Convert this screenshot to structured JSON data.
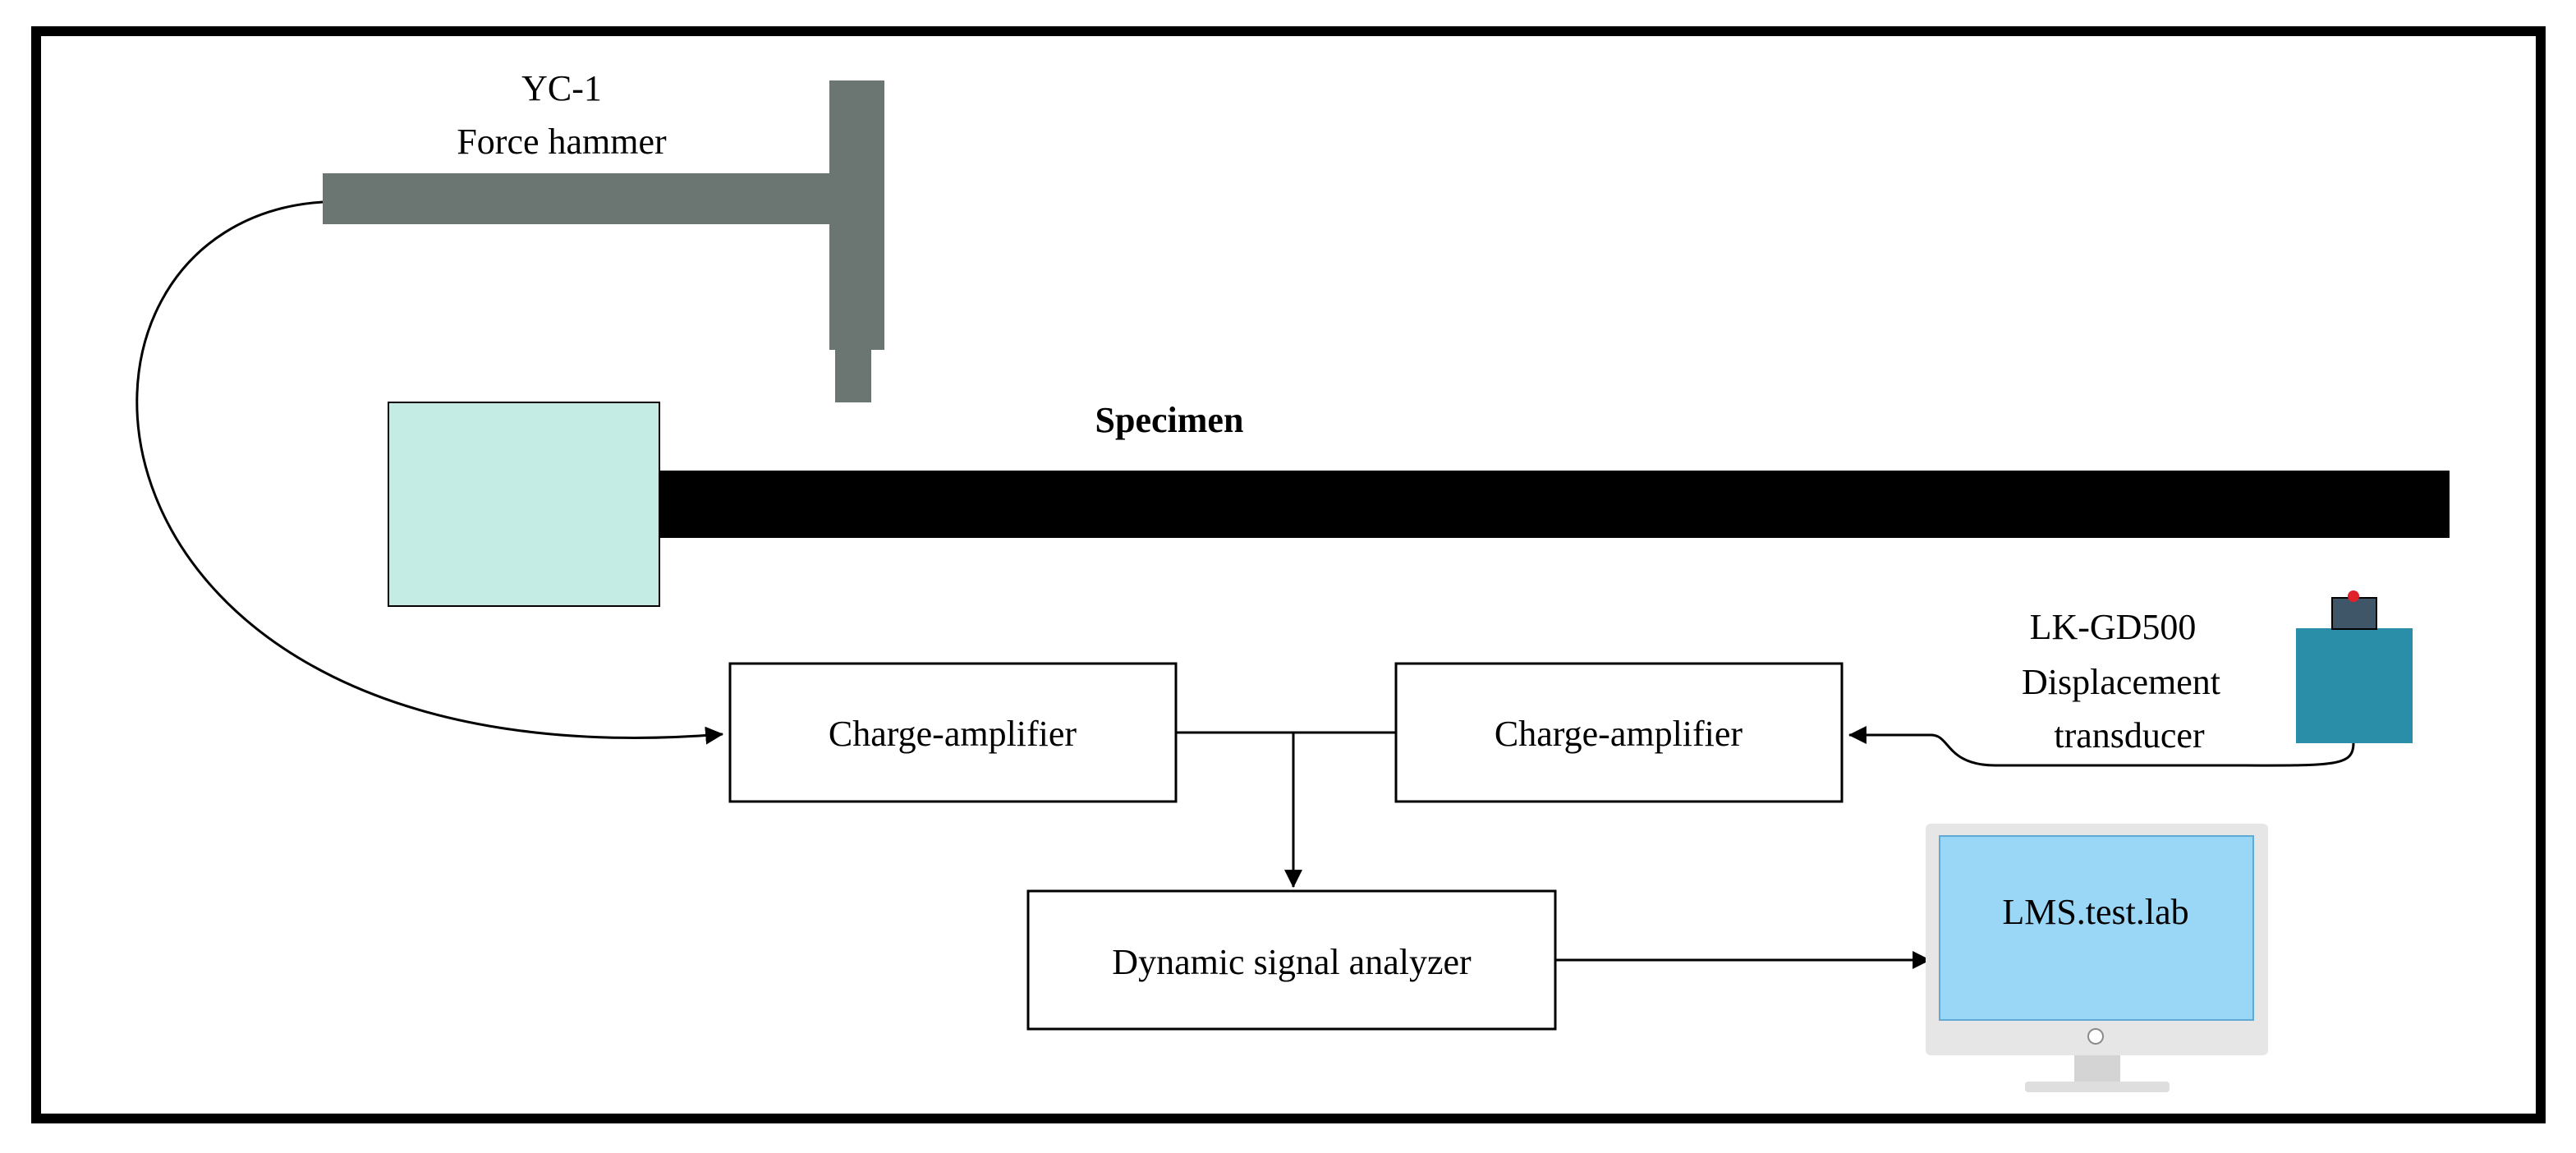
{
  "hammer": {
    "model": "YC-1",
    "name": "Force hammer"
  },
  "specimen": {
    "label": "Specimen"
  },
  "amplifier_left": {
    "label": "Charge-amplifier"
  },
  "amplifier_right": {
    "label": "Charge-amplifier"
  },
  "transducer": {
    "model": "LK-GD500",
    "name_line1": "Displacement",
    "name_line2": "transducer"
  },
  "analyzer": {
    "label": "Dynamic signal analyzer"
  },
  "computer": {
    "screen_text": "LMS.test.lab"
  },
  "colors": {
    "hammer": "#6b7673",
    "clamp_block": "#c5ece4",
    "transducer_body": "#2b8ea8",
    "transducer_head": "#3f5668",
    "transducer_led": "#e0202a",
    "monitor_frame": "#e6e6e6",
    "monitor_screen": "#9ad6f6",
    "monitor_screen_border": "#5fa9d3",
    "specimen_beam": "#000000"
  }
}
